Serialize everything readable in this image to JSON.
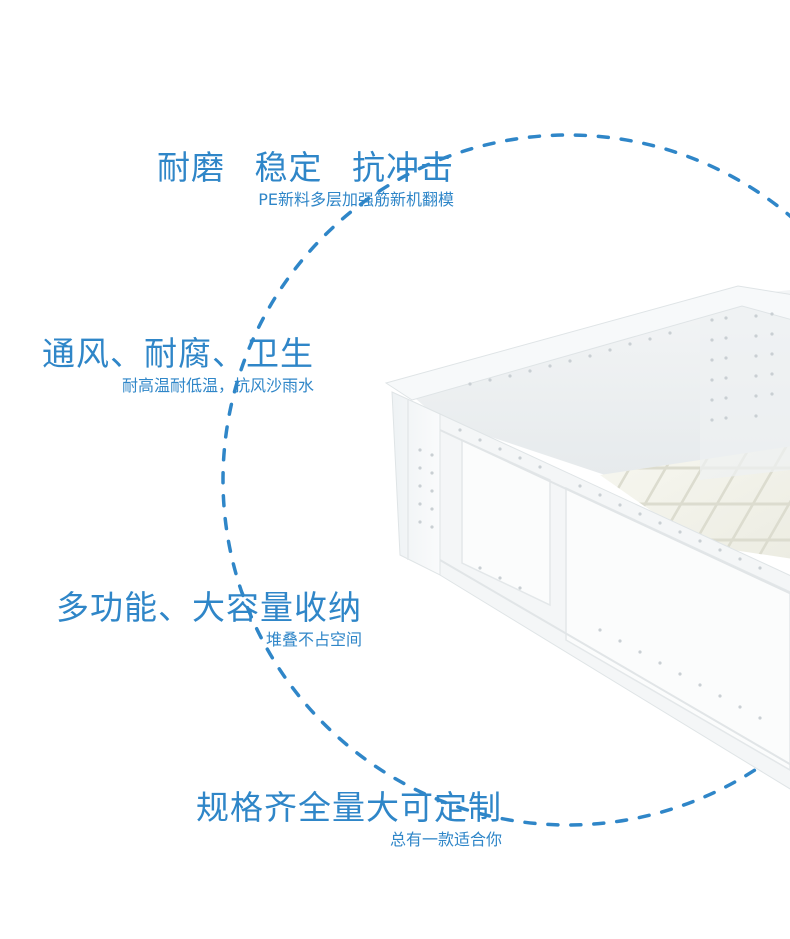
{
  "colors": {
    "accent": "#2f86c8",
    "dash": "#2f86c8"
  },
  "features": [
    {
      "title": "耐磨 稳定 抗冲击",
      "subtitle": "PE新料多层加强筋新机翻模"
    },
    {
      "title": "通风、耐腐、卫生",
      "subtitle": "耐高温耐低温，抗风沙雨水"
    },
    {
      "title": "多功能、大容量收纳",
      "subtitle": "堆叠不占空间"
    },
    {
      "title": "规格齐全量大可定制",
      "subtitle": "总有一款适合你"
    }
  ]
}
